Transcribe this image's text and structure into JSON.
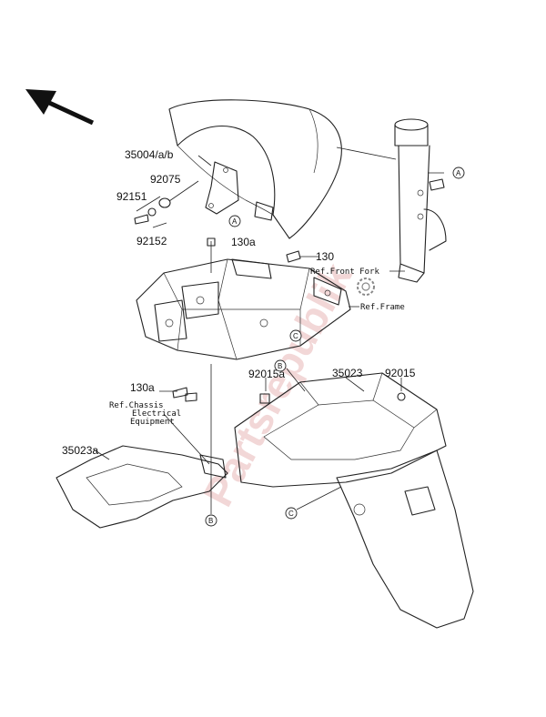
{
  "watermark": "Partsrepublik",
  "direction_arrow": "arrow-icon",
  "parts": {
    "p35004": "35004/a/b",
    "p92075": "92075",
    "p92151": "92151",
    "p92152": "92152",
    "p130a_top": "130a",
    "p130": "130",
    "p130a_mid": "130a",
    "p92015a": "92015a",
    "p35023": "35023",
    "p92015": "92015",
    "p35023a": "35023a"
  },
  "refs": {
    "front_fork": "Ref.Front Fork",
    "frame": "Ref.Frame",
    "chassis_line1": "Ref.Chassis",
    "chassis_line2": "Electrical",
    "chassis_line3": "Equipment"
  },
  "callouts": {
    "a": "A",
    "b": "B",
    "c": "C"
  }
}
